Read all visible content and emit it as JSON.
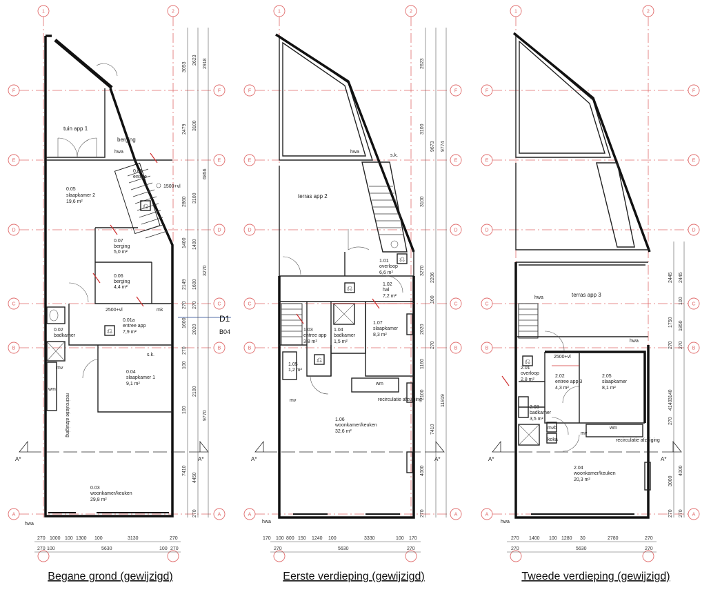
{
  "plans": [
    {
      "caption": "Begane grond (gewijzigd)",
      "rooms": [
        {
          "id": "0.05",
          "name": "slaapkamer 2",
          "area": "19,6 m²"
        },
        {
          "id": "0.07",
          "name": "berging",
          "area": "5,0 m²"
        },
        {
          "id": "0.06",
          "name": "berging",
          "area": "4,4 m²"
        },
        {
          "id": "0.01a",
          "name": "entree app",
          "area": "7,9 m²"
        },
        {
          "id": "0.02",
          "name": "badkamer",
          "area": ""
        },
        {
          "id": "0.04",
          "name": "slaapkamer 1",
          "area": "9,1 m²"
        },
        {
          "id": "0.03",
          "name": "woonkamer/keuken",
          "area": "29,8 m²"
        },
        {
          "id": "0.08",
          "name": "entree",
          "area": ""
        }
      ],
      "labels": [
        "tuin app 1",
        "berging",
        "hwa",
        "1500+vl",
        "2500+vl",
        "mk",
        "s.k.",
        "wm",
        "mv",
        "recirculatie afzuiging",
        "hwa",
        "D1",
        "B04"
      ],
      "right_dims_inner": [
        "2623",
        "3100",
        "3100",
        "1400",
        "270",
        "1600",
        "2020",
        "2100",
        "4450",
        "270"
      ],
      "right_dims_mid": [
        "3053",
        "2479",
        "2860",
        "1400",
        "2149",
        "270",
        "1600",
        "270",
        "100",
        "100",
        "7410"
      ],
      "right_dims_outer": [
        "2918",
        "6856",
        "3270",
        "9770"
      ],
      "bottom_dims": [
        "270",
        "1000",
        "100",
        "1300",
        "100",
        "3130",
        "270"
      ],
      "bottom_dims_2": [
        "270",
        "100",
        "5630",
        "100",
        "270"
      ]
    },
    {
      "caption": "Eerste verdieping (gewijzigd)",
      "rooms": [
        {
          "id": "",
          "name": "terras app 2",
          "area": ""
        },
        {
          "id": "1.01",
          "name": "overloop",
          "area": "6,6 m²"
        },
        {
          "id": "1.02",
          "name": "hal",
          "area": "7,2 m²"
        },
        {
          "id": "1.03",
          "name": "entree app",
          "area": "3,8 m²"
        },
        {
          "id": "1.04",
          "name": "badkamer",
          "area": "1,5 m²"
        },
        {
          "id": "1.07",
          "name": "slaapkamer",
          "area": "8,3 m²"
        },
        {
          "id": "1.05",
          "name": "",
          "area": "1,2 m²"
        },
        {
          "id": "1.06",
          "name": "woonkamer/keuken",
          "area": "32,6 m²"
        }
      ],
      "labels": [
        "hwa",
        "s.k.",
        "wm",
        "mv",
        "recirculatie afzuiging",
        "hwa"
      ],
      "right_dims_inner": [
        "2623",
        "3100",
        "3100",
        "3270",
        "2020",
        "1160",
        "2100",
        "4000",
        "270"
      ],
      "right_dims_mid": [
        "9673",
        "2206",
        "100",
        "270",
        "7410"
      ],
      "right_dims_outer": [
        "9774",
        "11919"
      ],
      "bottom_dims": [
        "170",
        "100",
        "800",
        "150",
        "1240",
        "100",
        "3330",
        "100",
        "170"
      ],
      "bottom_dims_2": [
        "270",
        "5630",
        "270"
      ]
    },
    {
      "caption": "Tweede verdieping (gewijzigd)",
      "rooms": [
        {
          "id": "",
          "name": "terras app 3",
          "area": ""
        },
        {
          "id": "2.01",
          "name": "overloop",
          "area": "2,8 m²"
        },
        {
          "id": "2.02",
          "name": "entree app 3",
          "area": "4,3 m²"
        },
        {
          "id": "2.05",
          "name": "slaapkamer",
          "area": "8,1 m²"
        },
        {
          "id": "2.03",
          "name": "badkamer",
          "area": "3,5 m²"
        },
        {
          "id": "2.04",
          "name": "woonkamer/keuken",
          "area": "20,3 m²"
        }
      ],
      "labels": [
        "hwa",
        "hwa",
        "2500+vl",
        "wm",
        "mv",
        "recirculatie afzuiging",
        "hwa",
        "mvb",
        "koka"
      ],
      "right_dims_inner": [
        "2445",
        "1750",
        "270",
        "3140",
        "270",
        "3000",
        "270"
      ],
      "right_dims_mid": [
        "2445",
        "100",
        "1850",
        "270",
        "4140",
        "4000",
        "270"
      ],
      "right_dims_outer": [],
      "bottom_dims": [
        "270",
        "1400",
        "100",
        "1280",
        "30",
        "2780",
        "270"
      ],
      "bottom_dims_2": [
        "270",
        "5630",
        "270"
      ]
    }
  ],
  "grid_axes": {
    "vertical": [
      "1",
      "2"
    ],
    "horizontal": [
      "F",
      "E",
      "D",
      "C",
      "B",
      "A"
    ],
    "section": "A*"
  }
}
